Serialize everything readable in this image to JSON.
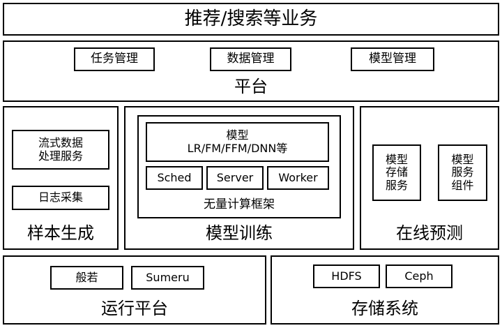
{
  "top_banner": "推荐/搜索等业务",
  "platform": {
    "title": "平台",
    "items": [
      "任务管理",
      "数据管理",
      "模型管理"
    ]
  },
  "sample_gen": {
    "title": "样本生成",
    "stream": [
      "流式数据",
      "处理服务"
    ],
    "log": "日志采集"
  },
  "training": {
    "title": "模型训练",
    "model_line1": "模型",
    "model_line2": "LR/FM/FFM/DNN等",
    "sched": "Sched",
    "server": "Server",
    "worker": "Worker",
    "framework": "无量计算框架"
  },
  "online": {
    "title": "在线预测",
    "storage": [
      "模型",
      "存储",
      "服务"
    ],
    "service": [
      "模型",
      "服务",
      "组件"
    ]
  },
  "runtime": {
    "title": "运行平台",
    "items": [
      "般若",
      "Sumeru"
    ]
  },
  "storage_sys": {
    "title": "存储系统",
    "items": [
      "HDFS",
      "Ceph"
    ]
  }
}
